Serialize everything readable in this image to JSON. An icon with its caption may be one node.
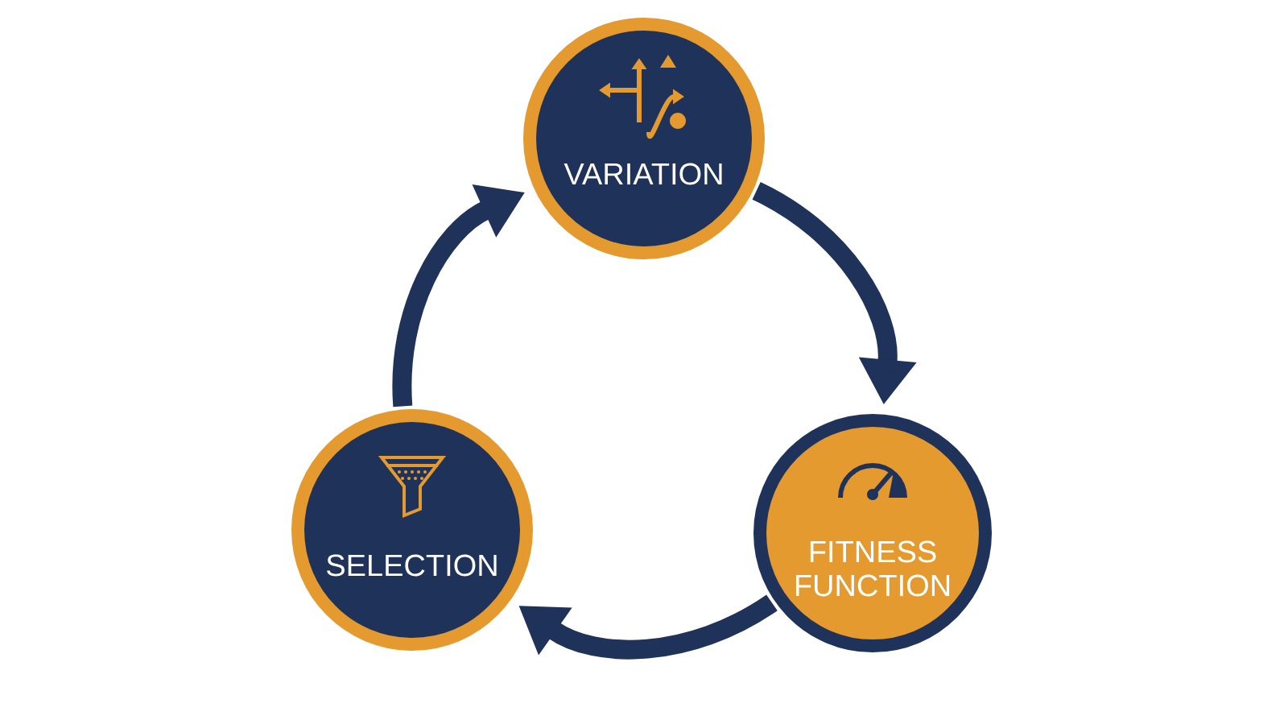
{
  "diagram": {
    "nodes": [
      {
        "text": [
          "VARIATION"
        ]
      },
      {
        "text": [
          "FITNESS FUNCTION"
        ]
      },
      {
        "text": [
          "SELECTION"
        ]
      }
    ],
    "edges": [
      {
        "from": 0,
        "to": 1,
        "arrow": "to"
      },
      {
        "from": 1,
        "to": 2,
        "arrow": "to"
      },
      {
        "from": 2,
        "to": 0,
        "arrow": "to"
      }
    ]
  }
}
